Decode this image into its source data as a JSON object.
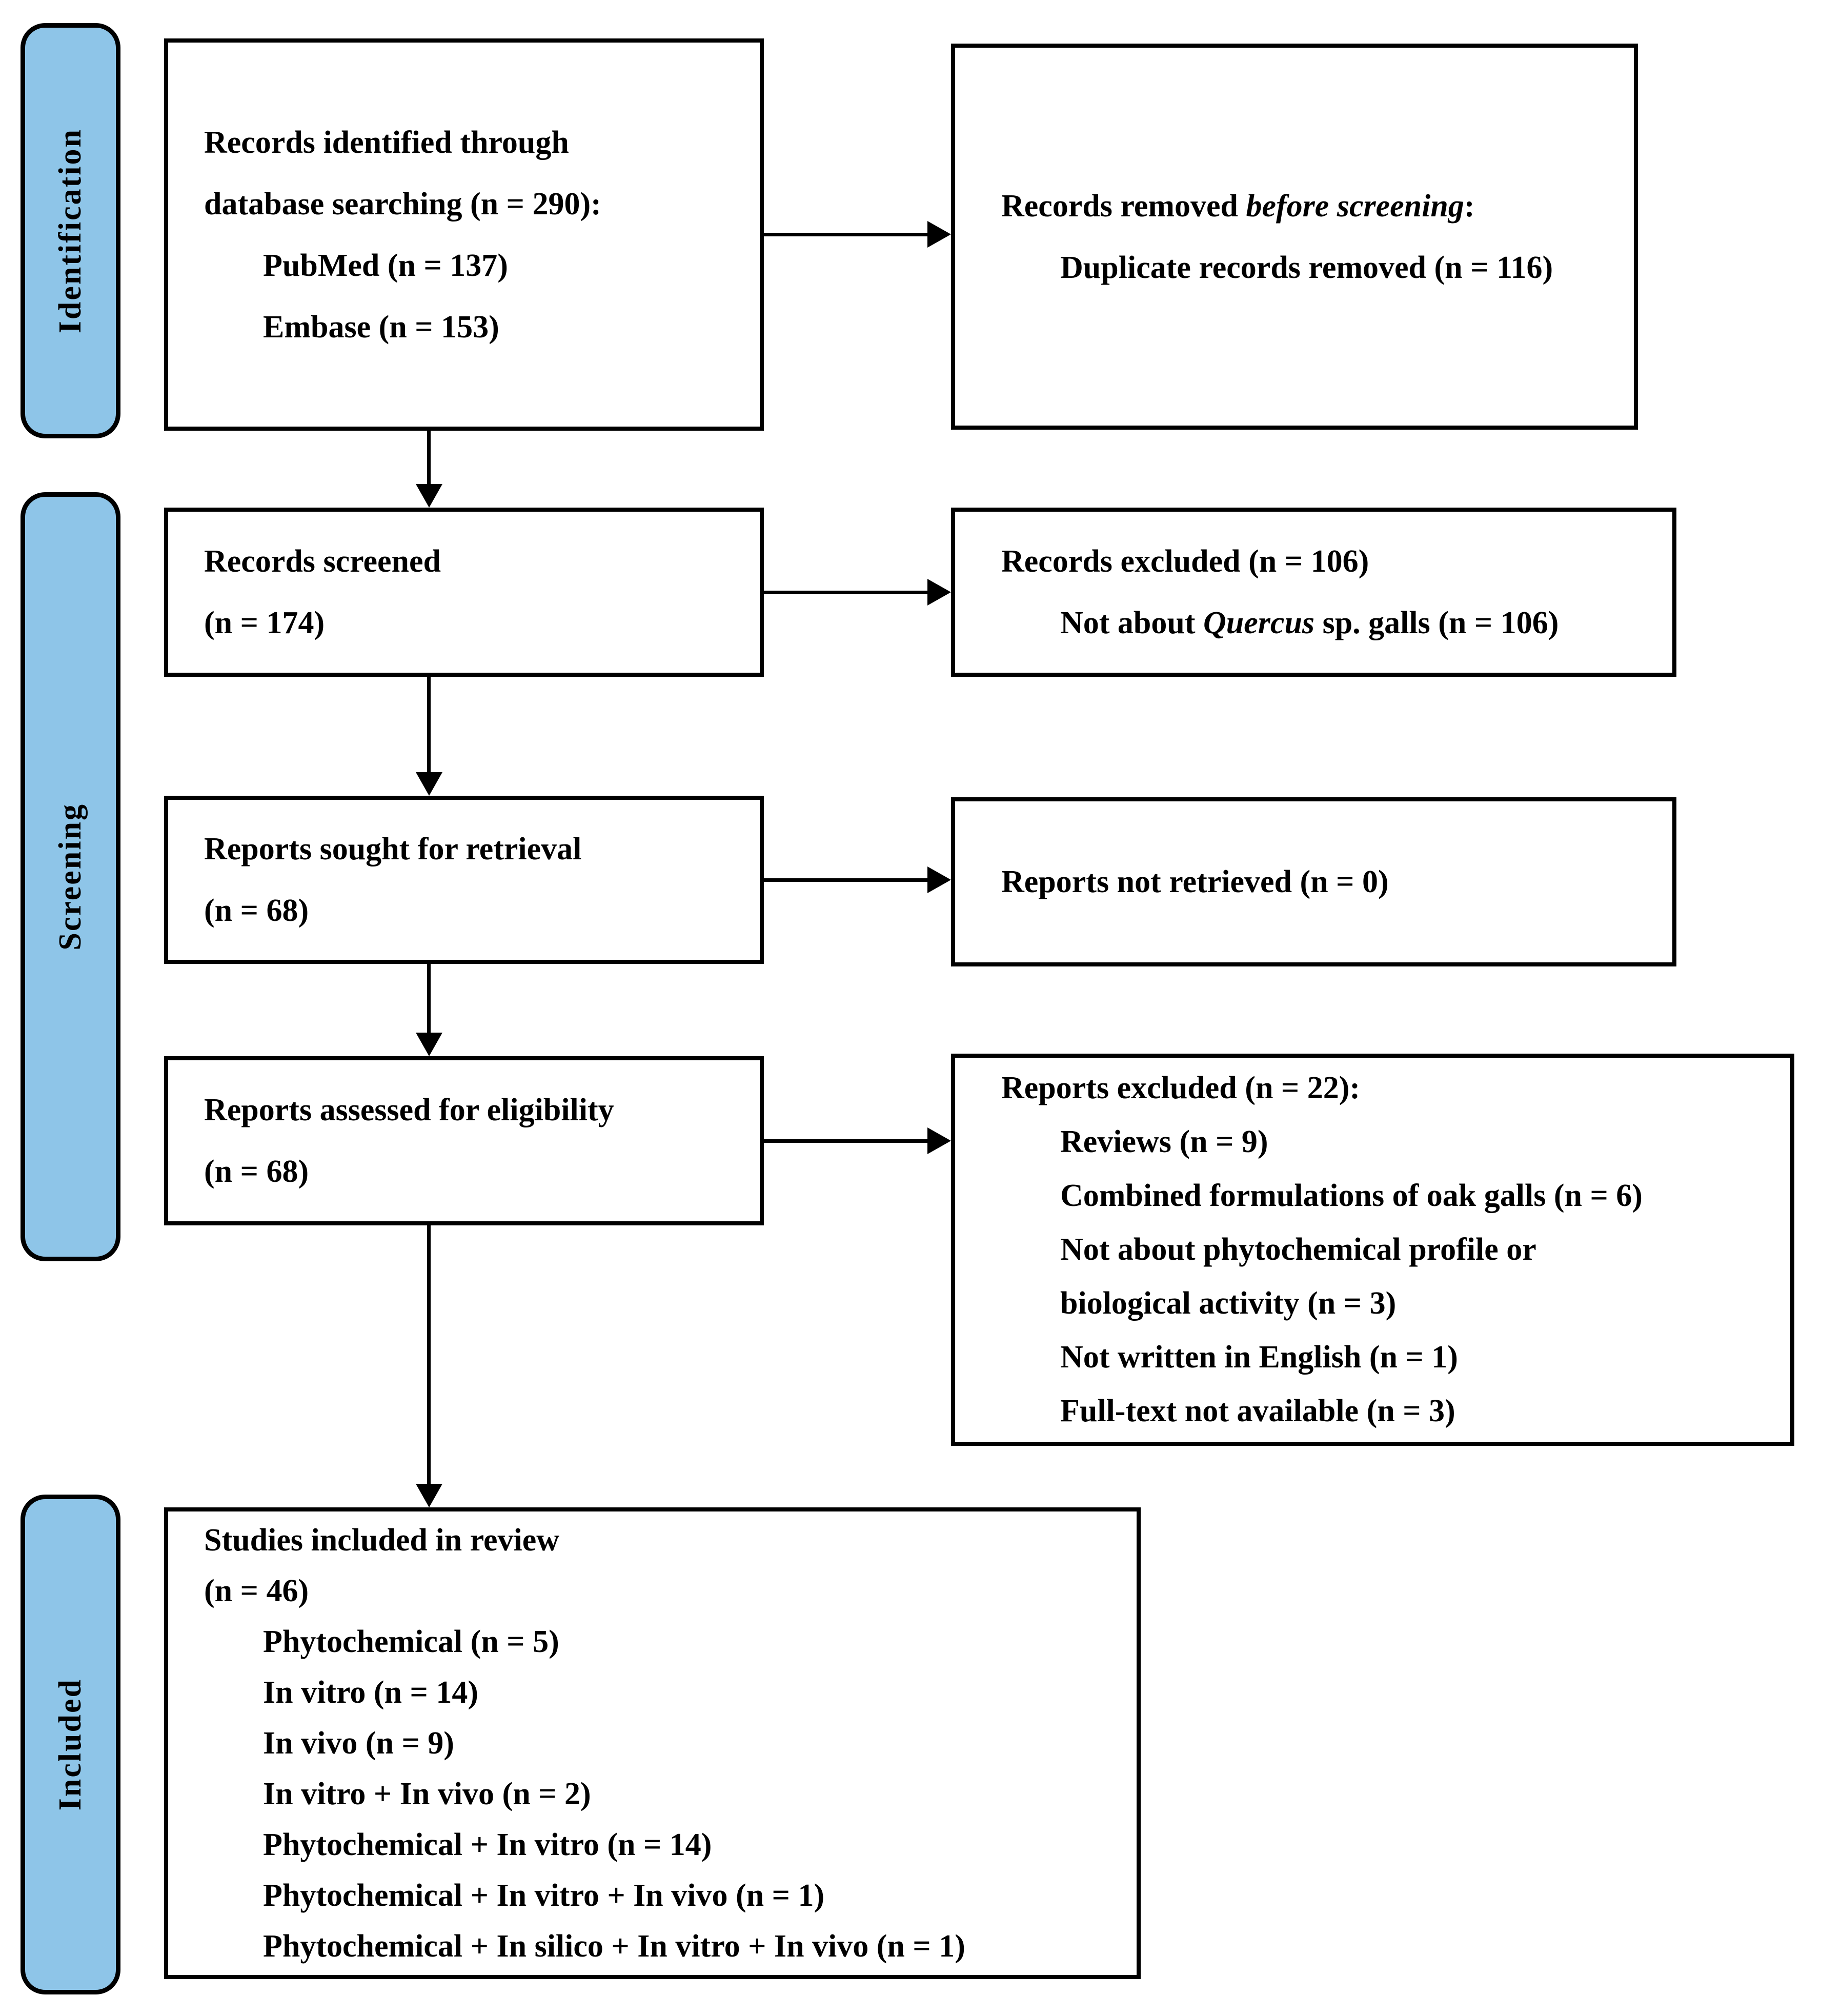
{
  "colors": {
    "stage_fill": "#8ec5e8",
    "line": "#000000",
    "background": "#ffffff",
    "text": "#000000"
  },
  "stages": [
    {
      "label": "Identification"
    },
    {
      "label": "Screening"
    },
    {
      "label": "Included"
    }
  ],
  "boxes": {
    "identified": {
      "lines": [
        "Records identified through",
        "database searching (n = 290):"
      ],
      "sub_lines": [
        "PubMed (n = 137)",
        "Embase (n = 153)"
      ]
    },
    "removed": {
      "line1_pre": "Records removed ",
      "line1_italic": "before screening",
      "line1_post": ":",
      "sub_line": "Duplicate records removed (n = 116)"
    },
    "screened": {
      "lines": [
        "Records screened",
        "(n = 174)"
      ]
    },
    "records_excluded": {
      "line1": "Records excluded (n = 106)",
      "sub_line_pre": "Not about ",
      "sub_line_italic": "Quercus",
      "sub_line_post": " sp. galls (n = 106)"
    },
    "sought": {
      "lines": [
        "Reports sought for retrieval",
        "(n = 68)"
      ]
    },
    "not_retrieved": {
      "line1": "Reports not retrieved (n = 0)"
    },
    "assessed": {
      "lines": [
        "Reports assessed for eligibility",
        "(n = 68)"
      ]
    },
    "reports_excluded": {
      "heading": "Reports excluded (n = 22):",
      "items": [
        "Reviews (n = 9)",
        "Combined formulations of oak galls (n = 6)",
        "Not about phytochemical profile or",
        "biological activity (n = 3)",
        "Not written in English (n = 1)",
        "Full-text not available (n = 3)"
      ]
    },
    "included_studies": {
      "lines": [
        "Studies included in review",
        "(n = 46)"
      ],
      "items": [
        "Phytochemical (n = 5)",
        "In vitro (n = 14)",
        "In vivo (n = 9)",
        "In vitro + In vivo (n = 2)",
        "Phytochemical + In vitro (n = 14)",
        "Phytochemical + In vitro + In vivo (n = 1)",
        "Phytochemical + In silico + In vitro + In vivo (n = 1)"
      ]
    }
  }
}
